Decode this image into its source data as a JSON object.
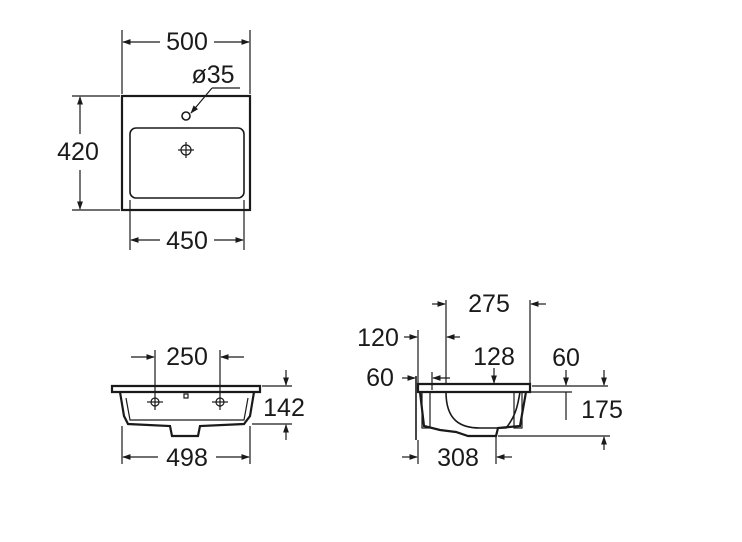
{
  "top_view": {
    "overall_width": "500",
    "hole_diameter": "ø35",
    "overall_depth": "420",
    "inner_width": "450"
  },
  "front_view": {
    "tap_spacing": "250",
    "height": "142",
    "overall_width": "498"
  },
  "side_view": {
    "basin_depth": "275",
    "rim_offset": "120",
    "rim_thickness": "60",
    "drain_offset": "128",
    "top_offset": "60",
    "height": "175",
    "drain_distance": "308"
  }
}
